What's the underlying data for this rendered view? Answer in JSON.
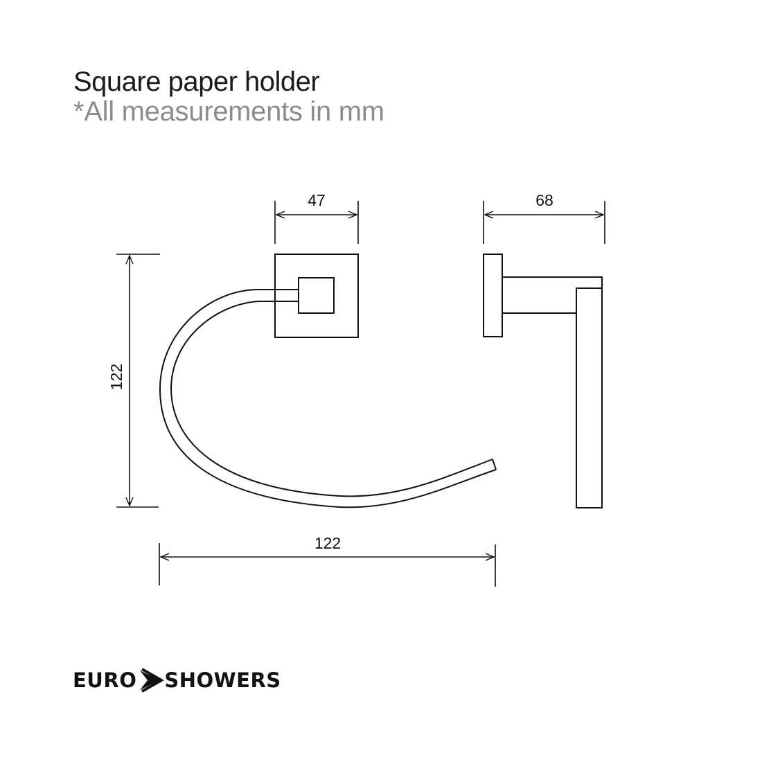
{
  "header": {
    "title": "Square paper holder",
    "subtitle": "*All measurements in mm"
  },
  "colors": {
    "line": "#111111",
    "title": "#1a1a1a",
    "subtitle": "#8c8c8c",
    "background": "#ffffff"
  },
  "dimensions": {
    "front_plate_width": "47",
    "side_depth": "68",
    "overall_height": "122",
    "overall_width": "122"
  },
  "views": {
    "front": "front-view",
    "side": "side-view"
  },
  "logo": {
    "left": "EURO",
    "right": "SHOWERS",
    "separator_icon": "chevron-right-icon"
  }
}
